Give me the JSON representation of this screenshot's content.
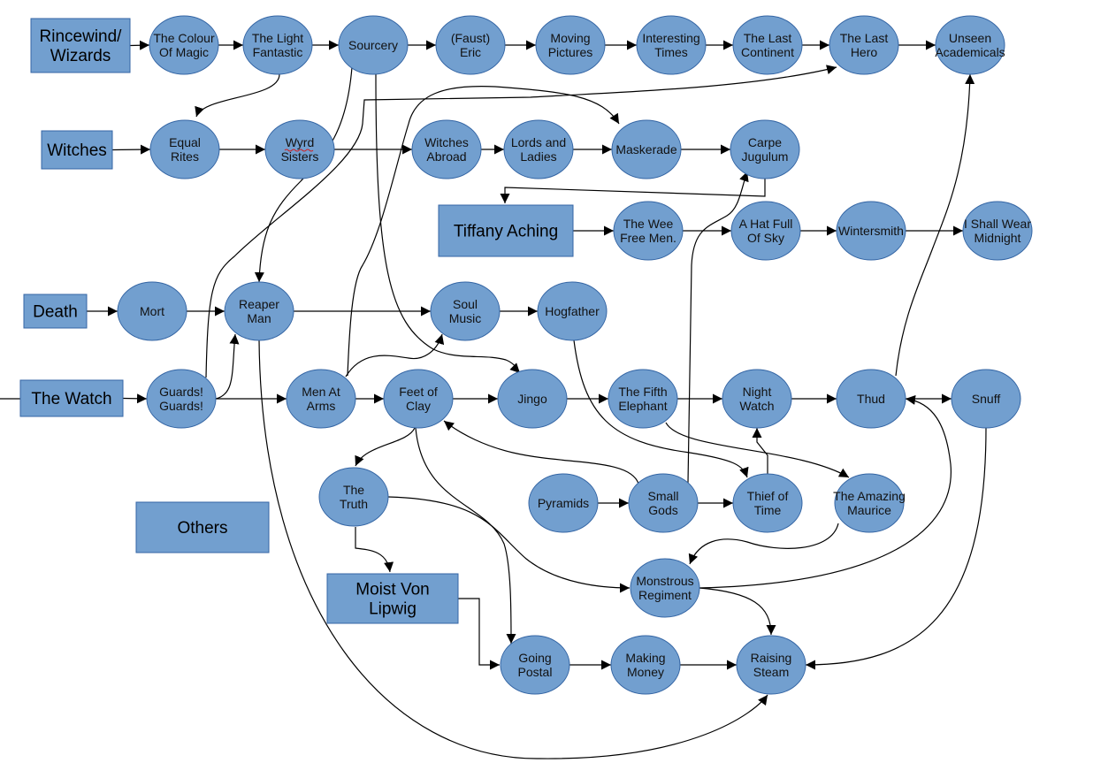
{
  "diagram": {
    "fill_color": "#729fcf",
    "stroke_color": "#3465a4",
    "edge_color": "#000000",
    "groups": [
      {
        "id": "g_wizards",
        "lines": [
          "Rincewind/",
          "Wizards"
        ]
      },
      {
        "id": "g_witches",
        "lines": [
          "Witches"
        ]
      },
      {
        "id": "g_tiffany",
        "lines": [
          "Tiffany Aching"
        ]
      },
      {
        "id": "g_death",
        "lines": [
          "Death"
        ]
      },
      {
        "id": "g_watch",
        "lines": [
          "The Watch"
        ]
      },
      {
        "id": "g_others",
        "lines": [
          "Others"
        ]
      },
      {
        "id": "g_moist",
        "lines": [
          "Moist Von",
          "Lipwig"
        ]
      }
    ],
    "books": [
      {
        "id": "colour",
        "lines": [
          "The Colour",
          "Of Magic"
        ]
      },
      {
        "id": "light",
        "lines": [
          "The Light",
          "Fantastic"
        ]
      },
      {
        "id": "sourcery",
        "lines": [
          "Sourcery"
        ]
      },
      {
        "id": "eric",
        "lines": [
          "(Faust)",
          "Eric"
        ]
      },
      {
        "id": "moving",
        "lines": [
          "Moving",
          "Pictures"
        ]
      },
      {
        "id": "interesting",
        "lines": [
          "Interesting",
          "Times"
        ]
      },
      {
        "id": "continent",
        "lines": [
          "The Last",
          "Continent"
        ]
      },
      {
        "id": "hero",
        "lines": [
          "The Last",
          "Hero"
        ]
      },
      {
        "id": "unseen",
        "lines": [
          "Unseen",
          "Academicals"
        ]
      },
      {
        "id": "equal",
        "lines": [
          "Equal",
          "Rites"
        ]
      },
      {
        "id": "wyrd",
        "lines": [
          "Wyrd",
          "Sisters"
        ]
      },
      {
        "id": "abroad",
        "lines": [
          "Witches",
          "Abroad"
        ]
      },
      {
        "id": "lords",
        "lines": [
          "Lords and",
          "Ladies"
        ]
      },
      {
        "id": "maskerade",
        "lines": [
          "Maskerade"
        ]
      },
      {
        "id": "carpe",
        "lines": [
          "Carpe",
          "Jugulum"
        ]
      },
      {
        "id": "wee",
        "lines": [
          "The Wee",
          "Free Men."
        ]
      },
      {
        "id": "hat",
        "lines": [
          "A Hat Full",
          "Of Sky"
        ]
      },
      {
        "id": "winter",
        "lines": [
          "Wintersmith"
        ]
      },
      {
        "id": "midnight",
        "lines": [
          "I Shall Wear",
          "Midnight"
        ]
      },
      {
        "id": "mort",
        "lines": [
          "Mort"
        ]
      },
      {
        "id": "reaper",
        "lines": [
          "Reaper",
          "Man"
        ]
      },
      {
        "id": "soul",
        "lines": [
          "Soul",
          "Music"
        ]
      },
      {
        "id": "hogfather",
        "lines": [
          "Hogfather"
        ]
      },
      {
        "id": "guards",
        "lines": [
          "Guards!",
          "Guards!"
        ]
      },
      {
        "id": "menat",
        "lines": [
          "Men At",
          "Arms"
        ]
      },
      {
        "id": "feet",
        "lines": [
          "Feet of",
          "Clay"
        ]
      },
      {
        "id": "jingo",
        "lines": [
          "Jingo"
        ]
      },
      {
        "id": "fifth",
        "lines": [
          "The Fifth",
          "Elephant"
        ]
      },
      {
        "id": "night",
        "lines": [
          "Night",
          "Watch"
        ]
      },
      {
        "id": "thud",
        "lines": [
          "Thud"
        ]
      },
      {
        "id": "snuff",
        "lines": [
          "Snuff"
        ]
      },
      {
        "id": "truth",
        "lines": [
          "The",
          "Truth"
        ]
      },
      {
        "id": "pyramids",
        "lines": [
          "Pyramids"
        ]
      },
      {
        "id": "small",
        "lines": [
          "Small",
          "Gods"
        ]
      },
      {
        "id": "thief",
        "lines": [
          "Thief of",
          "Time"
        ]
      },
      {
        "id": "maurice",
        "lines": [
          "The Amazing",
          "Maurice"
        ]
      },
      {
        "id": "monstrous",
        "lines": [
          "Monstrous",
          "Regiment"
        ]
      },
      {
        "id": "going",
        "lines": [
          "Going",
          "Postal"
        ]
      },
      {
        "id": "making",
        "lines": [
          "Making",
          "Money"
        ]
      },
      {
        "id": "raising",
        "lines": [
          "Raising",
          "Steam"
        ]
      }
    ],
    "edges": [
      {
        "from": "g_wizards",
        "to": "colour"
      },
      {
        "from": "colour",
        "to": "light"
      },
      {
        "from": "light",
        "to": "sourcery"
      },
      {
        "from": "sourcery",
        "to": "eric"
      },
      {
        "from": "eric",
        "to": "moving"
      },
      {
        "from": "moving",
        "to": "interesting"
      },
      {
        "from": "interesting",
        "to": "continent"
      },
      {
        "from": "continent",
        "to": "hero"
      },
      {
        "from": "hero",
        "to": "unseen"
      },
      {
        "from": "light",
        "to": "equal"
      },
      {
        "from": "g_witches",
        "to": "equal"
      },
      {
        "from": "equal",
        "to": "wyrd"
      },
      {
        "from": "wyrd",
        "to": "abroad"
      },
      {
        "from": "abroad",
        "to": "lords"
      },
      {
        "from": "lords",
        "to": "maskerade"
      },
      {
        "from": "maskerade",
        "to": "carpe"
      },
      {
        "from": "carpe",
        "to": "g_tiffany"
      },
      {
        "from": "g_tiffany",
        "to": "wee"
      },
      {
        "from": "wee",
        "to": "hat"
      },
      {
        "from": "hat",
        "to": "winter"
      },
      {
        "from": "winter",
        "to": "midnight"
      },
      {
        "from": "g_death",
        "to": "mort"
      },
      {
        "from": "mort",
        "to": "reaper"
      },
      {
        "from": "reaper",
        "to": "soul"
      },
      {
        "from": "soul",
        "to": "hogfather"
      },
      {
        "from": "g_watch",
        "to": "guards"
      },
      {
        "from": "guards",
        "to": "menat"
      },
      {
        "from": "guards",
        "to": "reaper"
      },
      {
        "from": "menat",
        "to": "feet"
      },
      {
        "from": "menat",
        "to": "soul"
      },
      {
        "from": "feet",
        "to": "jingo"
      },
      {
        "from": "jingo",
        "to": "fifth"
      },
      {
        "from": "fifth",
        "to": "night"
      },
      {
        "from": "night",
        "to": "thud"
      },
      {
        "from": "thud",
        "to": "snuff"
      },
      {
        "from": "pyramids",
        "to": "small"
      },
      {
        "from": "small",
        "to": "thief"
      },
      {
        "from": "small",
        "to": "feet"
      },
      {
        "from": "small",
        "to": "carpe"
      },
      {
        "from": "thief",
        "to": "night"
      },
      {
        "from": "hogfather",
        "to": "thief"
      },
      {
        "from": "fifth",
        "to": "maurice"
      },
      {
        "from": "feet",
        "to": "truth"
      },
      {
        "from": "truth",
        "to": "g_moist"
      },
      {
        "from": "truth",
        "to": "monstrous"
      },
      {
        "from": "feet",
        "to": "going"
      },
      {
        "from": "g_moist",
        "to": "going"
      },
      {
        "from": "going",
        "to": "making"
      },
      {
        "from": "making",
        "to": "raising"
      },
      {
        "from": "maurice",
        "to": "monstrous"
      },
      {
        "from": "monstrous",
        "to": "raising"
      },
      {
        "from": "monstrous",
        "to": "thud"
      },
      {
        "from": "snuff",
        "to": "raising"
      },
      {
        "from": "reaper",
        "to": "raising"
      },
      {
        "from": "sourcery",
        "to": "reaper"
      },
      {
        "from": "sourcery",
        "to": "jingo"
      },
      {
        "from": "guards",
        "to": "hero"
      },
      {
        "from": "thud",
        "to": "unseen"
      },
      {
        "from": "menat",
        "to": "maskerade"
      }
    ]
  }
}
